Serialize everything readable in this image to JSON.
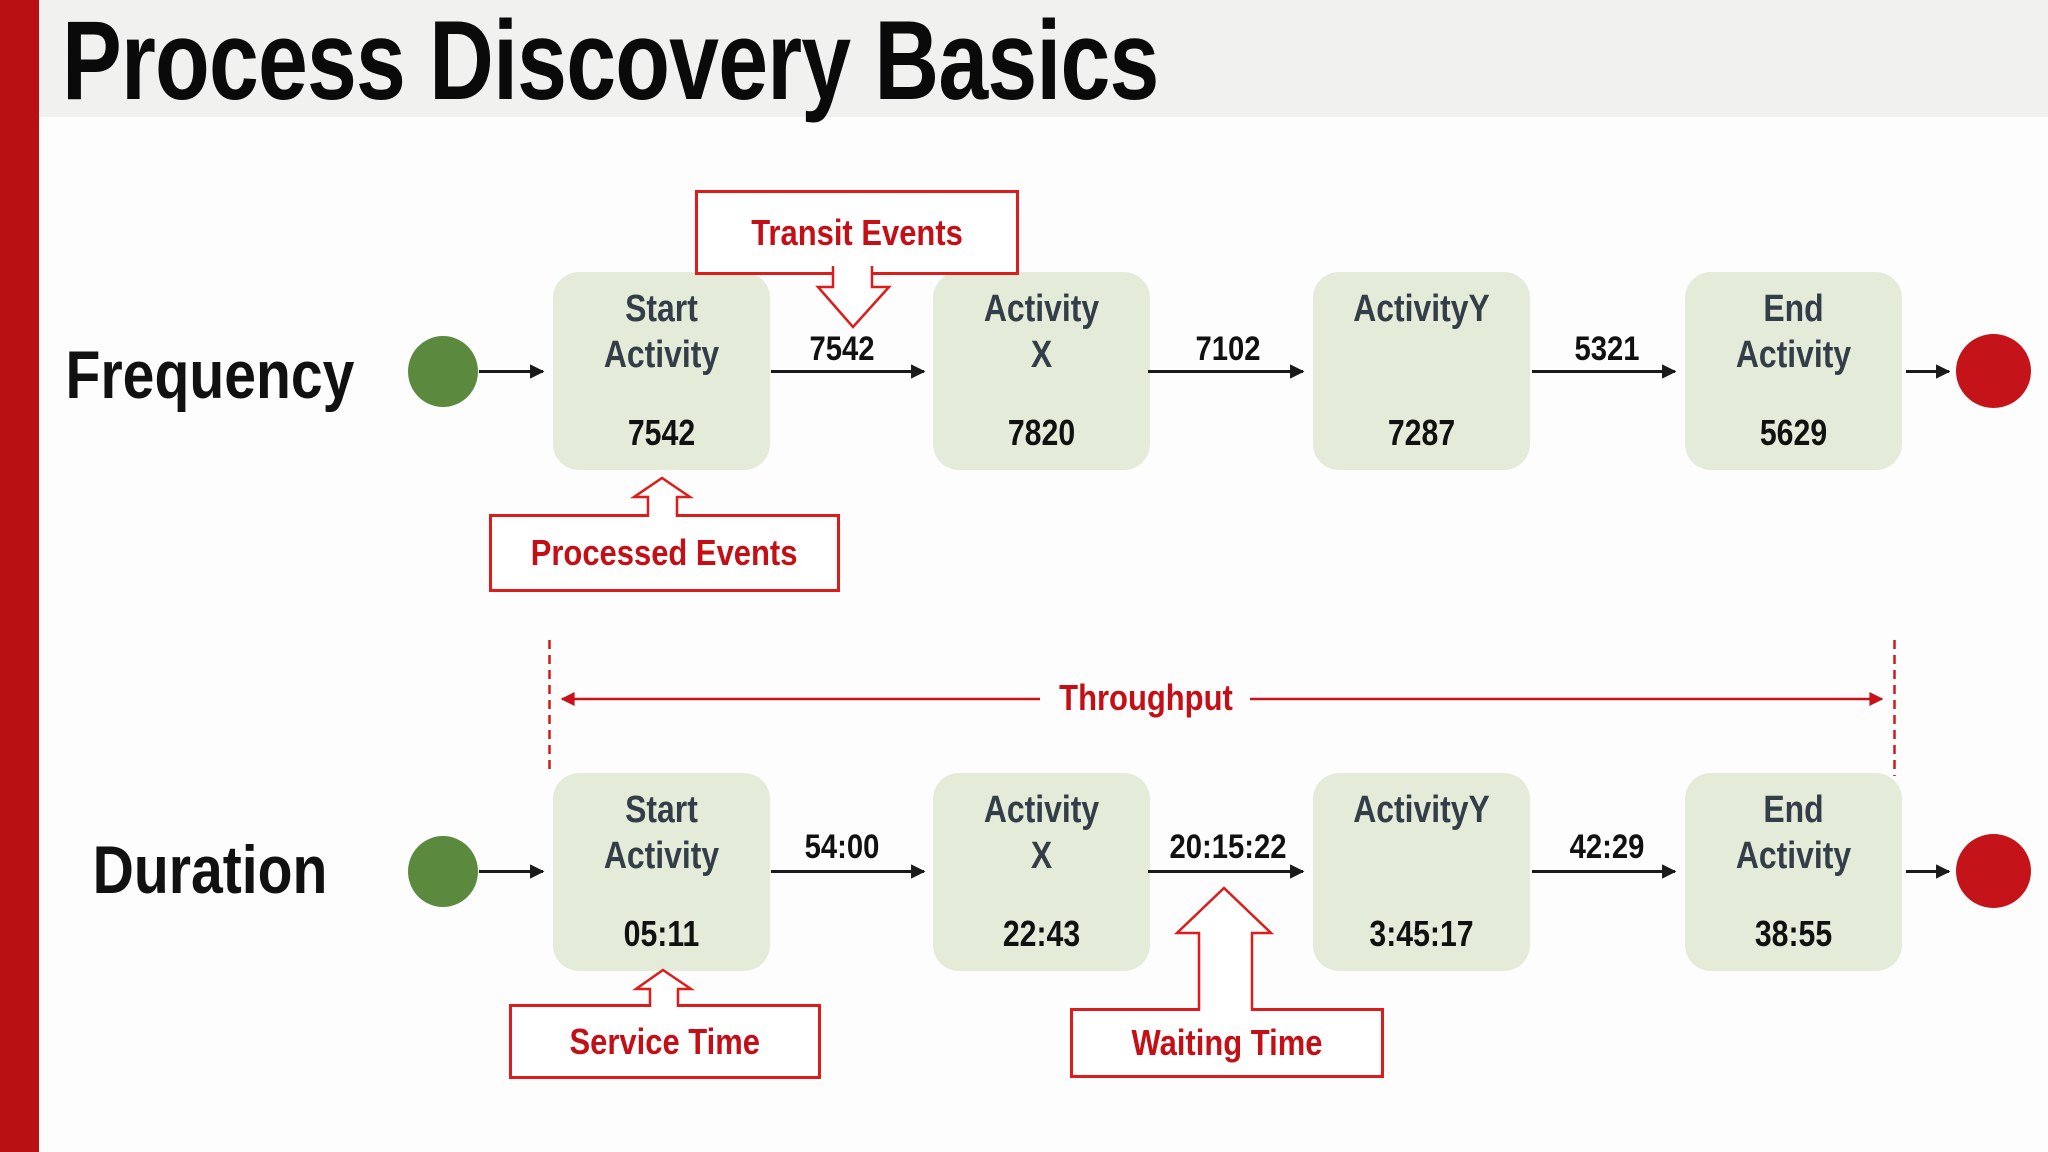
{
  "title": "Process Discovery Basics",
  "colors": {
    "accent_bar": "#b81013",
    "header_bg": "#f1f1f0",
    "node_fill": "#e4ecd9",
    "node_title": "#333e49",
    "value_text": "#111111",
    "start_marker_green": "#5b8a3f",
    "end_marker_red": "#c5131a",
    "callout_border": "#dd1c1c",
    "callout_text": "#c50f16",
    "connector_black": "#1a1a1a"
  },
  "rows": [
    {
      "label": "Frequency",
      "nodes": [
        {
          "title": "Start Activity",
          "title_lines": [
            "Start",
            "Activity"
          ],
          "value": "7542"
        },
        {
          "title": "Activity X",
          "title_lines": [
            "Activity",
            "X"
          ],
          "value": "7820"
        },
        {
          "title": "ActivityY",
          "title_lines": [
            "ActivityY"
          ],
          "value": "7287"
        },
        {
          "title": "End Activity",
          "title_lines": [
            "End",
            "Activity"
          ],
          "value": "5629"
        }
      ],
      "edges": [
        "7542",
        "7102",
        "5321"
      ]
    },
    {
      "label": "Duration",
      "nodes": [
        {
          "title": "Start Activity",
          "title_lines": [
            "Start",
            "Activity"
          ],
          "value": "05:11"
        },
        {
          "title": "Activity X",
          "title_lines": [
            "Activity",
            "X"
          ],
          "value": "22:43"
        },
        {
          "title": "ActivityY",
          "title_lines": [
            "ActivityY"
          ],
          "value": "3:45:17"
        },
        {
          "title": "End Activity",
          "title_lines": [
            "End",
            "Activity"
          ],
          "value": "38:55"
        }
      ],
      "edges": [
        "54:00",
        "20:15:22",
        "42:29"
      ]
    }
  ],
  "callouts": {
    "transit": "Transit Events",
    "processed": "Processed Events",
    "service": "Service Time",
    "waiting": "Waiting Time",
    "throughput": "Throughput"
  }
}
